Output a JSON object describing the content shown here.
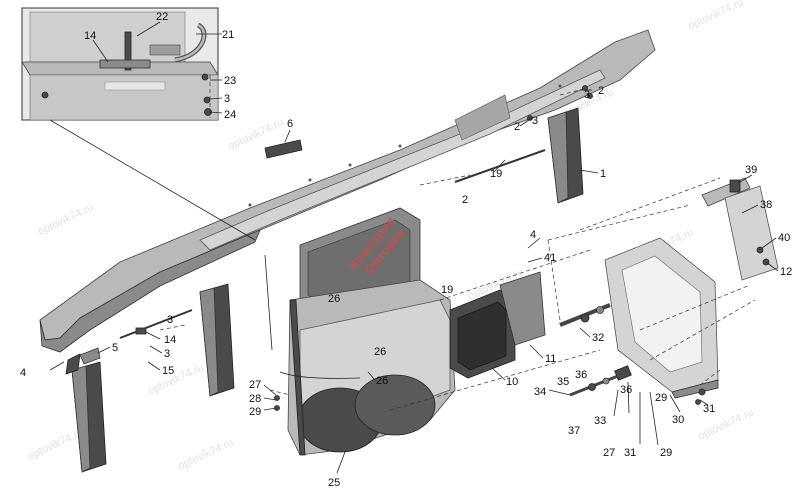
{
  "watermark": {
    "site": "optovik74.ru",
    "brand_line1": "Компания",
    "brand_line2": "Оптовик"
  },
  "callouts": [
    {
      "id": "c22a",
      "label": "22"
    },
    {
      "id": "c14a",
      "label": "14"
    },
    {
      "id": "c21",
      "label": "21"
    },
    {
      "id": "c23",
      "label": "23"
    },
    {
      "id": "c3a",
      "label": "3"
    },
    {
      "id": "c24",
      "label": "24"
    },
    {
      "id": "c3b",
      "label": "3"
    },
    {
      "id": "c2a",
      "label": "2"
    },
    {
      "id": "c6",
      "label": "6"
    },
    {
      "id": "c2b",
      "label": "2"
    },
    {
      "id": "c3c",
      "label": "3"
    },
    {
      "id": "c1",
      "label": "1"
    },
    {
      "id": "c19a",
      "label": "19"
    },
    {
      "id": "c2c",
      "label": "2"
    },
    {
      "id": "c39",
      "label": "39"
    },
    {
      "id": "c38",
      "label": "38"
    },
    {
      "id": "c40",
      "label": "40"
    },
    {
      "id": "c12",
      "label": "12"
    },
    {
      "id": "c4a",
      "label": "4"
    },
    {
      "id": "c41",
      "label": "41"
    },
    {
      "id": "c19b",
      "label": "19"
    },
    {
      "id": "c26a",
      "label": "26"
    },
    {
      "id": "c26b",
      "label": "26"
    },
    {
      "id": "c3d",
      "label": "3"
    },
    {
      "id": "c14b",
      "label": "14"
    },
    {
      "id": "c3e",
      "label": "3"
    },
    {
      "id": "c15",
      "label": "15"
    },
    {
      "id": "c5",
      "label": "5"
    },
    {
      "id": "c4b",
      "label": "4"
    },
    {
      "id": "c32",
      "label": "32"
    },
    {
      "id": "c11",
      "label": "11"
    },
    {
      "id": "c10",
      "label": "10"
    },
    {
      "id": "c27a",
      "label": "27"
    },
    {
      "id": "c28",
      "label": "28"
    },
    {
      "id": "c29a",
      "label": "29"
    },
    {
      "id": "c26c",
      "label": "26"
    },
    {
      "id": "c34",
      "label": "34"
    },
    {
      "id": "c35",
      "label": "35"
    },
    {
      "id": "c36a",
      "label": "36"
    },
    {
      "id": "c36b",
      "label": "36"
    },
    {
      "id": "c37",
      "label": "37"
    },
    {
      "id": "c33",
      "label": "33"
    },
    {
      "id": "c29b",
      "label": "29"
    },
    {
      "id": "c31a",
      "label": "31"
    },
    {
      "id": "c30",
      "label": "30"
    },
    {
      "id": "c27b",
      "label": "27"
    },
    {
      "id": "c31b",
      "label": "31"
    },
    {
      "id": "c29c",
      "label": "29"
    },
    {
      "id": "c25",
      "label": "25"
    }
  ]
}
